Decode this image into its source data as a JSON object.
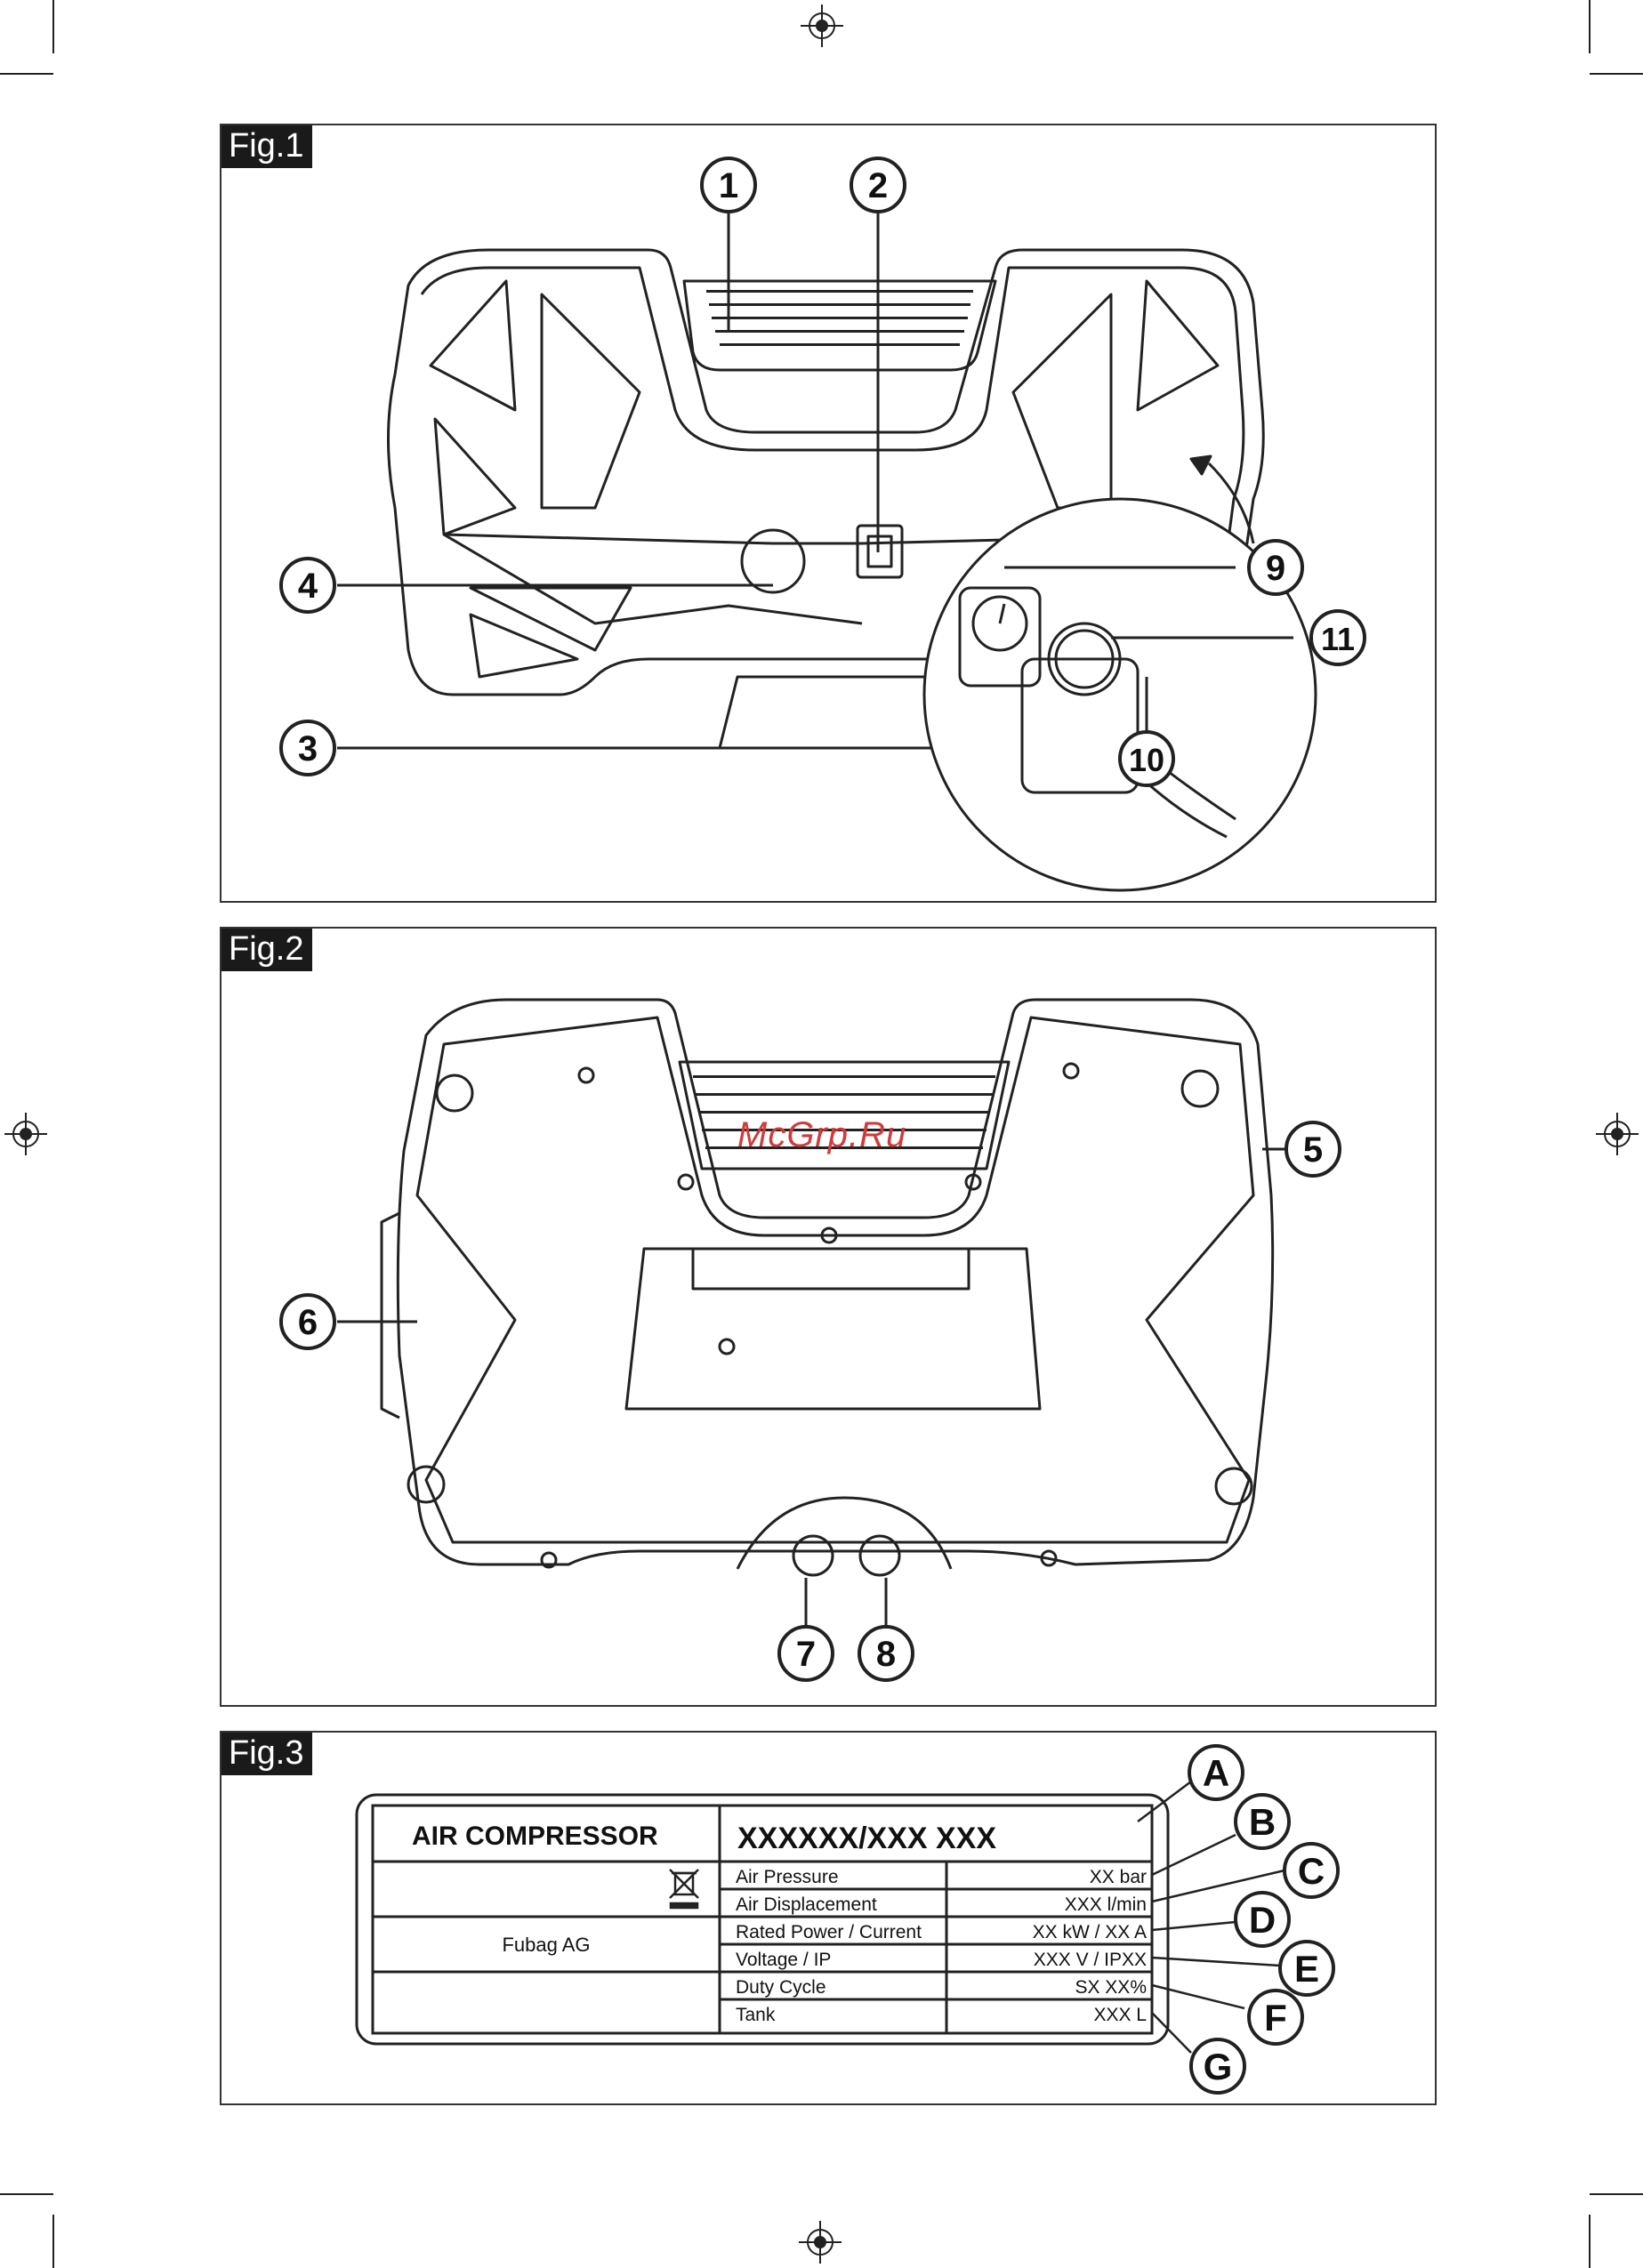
{
  "figures": {
    "fig1": {
      "label": "Fig.1"
    },
    "fig2": {
      "label": "Fig.2"
    },
    "fig3": {
      "label": "Fig.3"
    }
  },
  "callouts": {
    "c1": "1",
    "c2": "2",
    "c3": "3",
    "c4": "4",
    "c5": "5",
    "c6": "6",
    "c7": "7",
    "c8": "8",
    "c9": "9",
    "c10": "10",
    "c11": "11",
    "cA": "A",
    "cB": "B",
    "cC": "C",
    "cD": "D",
    "cE": "E",
    "cF": "F",
    "cG": "G"
  },
  "watermark": "McGrp.Ru",
  "rating_plate": {
    "product": "AIR COMPRESSOR",
    "model": "XXXXXX/XXX  XXX",
    "manufacturer": "Fubag AG",
    "rows": [
      {
        "label": "Air Pressure",
        "value": "XX bar"
      },
      {
        "label": "Air Displacement",
        "value": "XXX l/min"
      },
      {
        "label": "Rated Power / Current",
        "value": "XX kW / XX A"
      },
      {
        "label": "Voltage / IP",
        "value": "XXX V / IPXX"
      },
      {
        "label": "Duty Cycle",
        "value": "SX XX%"
      },
      {
        "label": "Tank",
        "value": "XXX L"
      }
    ]
  }
}
